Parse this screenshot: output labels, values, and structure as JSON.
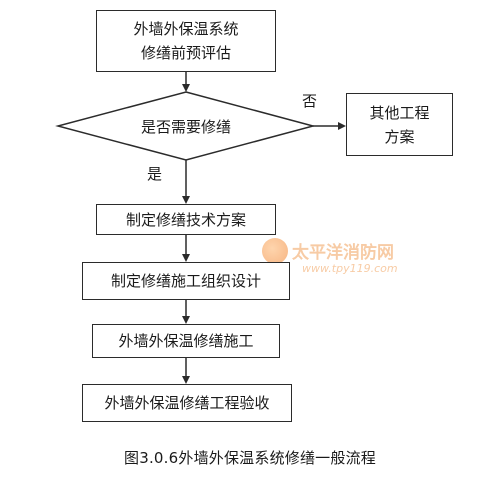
{
  "nodes": {
    "assess": {
      "lines": [
        "外墙外保温系统",
        "修缮前预评估"
      ]
    },
    "decision": {
      "text": "是否需要修缮"
    },
    "other": {
      "lines": [
        "其他工程",
        "方案"
      ]
    },
    "plan": {
      "text": "制定修缮技术方案"
    },
    "design": {
      "text": "制定修缮施工组织设计"
    },
    "construct": {
      "text": "外墙外保温修缮施工"
    },
    "accept": {
      "text": "外墙外保温修缮工程验收"
    }
  },
  "edges": {
    "no_label": "否",
    "yes_label": "是"
  },
  "caption": "图3.0.6外墙外保温系统修缮一般流程",
  "watermark": {
    "name": "太平洋消防网",
    "url": "www.tpy119.com"
  },
  "colors": {
    "line": "#2b2b2b",
    "watermark": "#f2a25c"
  }
}
